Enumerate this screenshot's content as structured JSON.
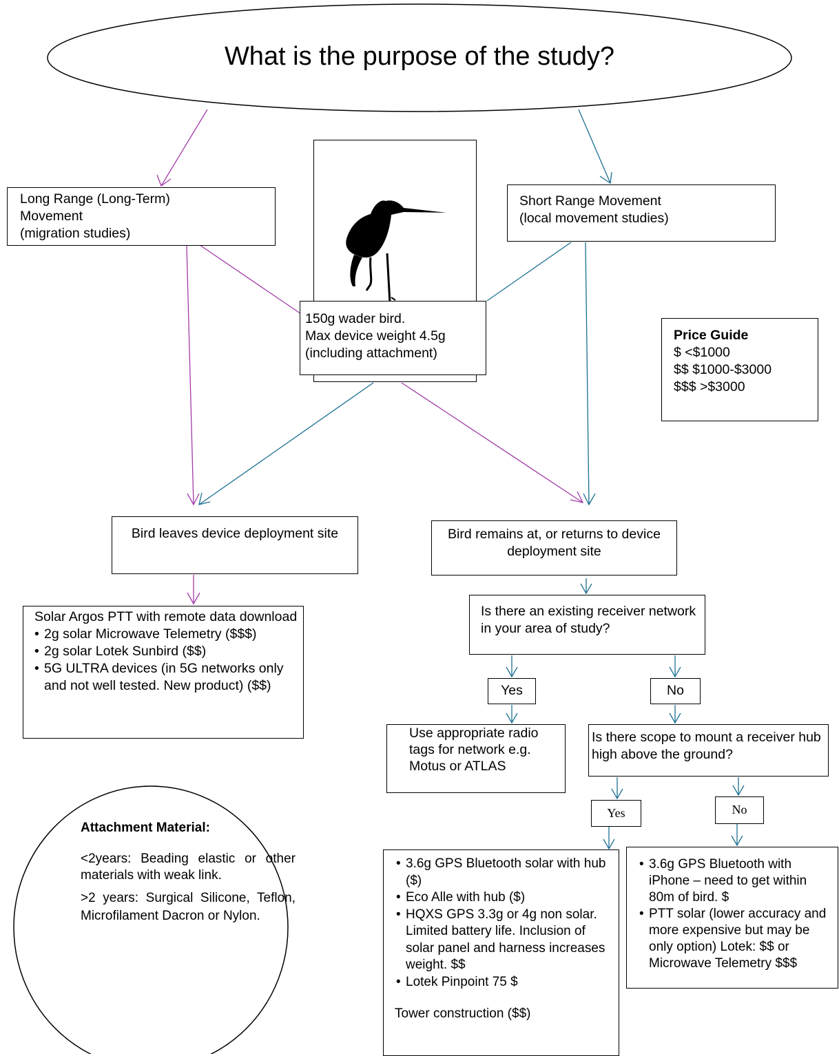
{
  "question": "What is the purpose of the study?",
  "long_range": {
    "line1": "Long Range (Long-Term)",
    "line2": "Movement",
    "line3": "(migration studies)"
  },
  "short_range": {
    "line1": "Short Range Movement",
    "line2": "(local movement studies)"
  },
  "center_bird": {
    "icon": "wader-bird-silhouette",
    "line1": "150g wader bird.",
    "line2": "Max device weight 4.5g",
    "line3": "(including attachment)"
  },
  "price_guide": {
    "title": "Price Guide",
    "rows": [
      "$ <$1000",
      "$$ $1000-$3000",
      "$$$ >$3000"
    ]
  },
  "leaves": "Bird leaves device deployment site",
  "remains": "Bird remains at, or returns to device deployment site",
  "argos": {
    "intro": "Solar Argos PTT with remote data download",
    "items": [
      "2g solar Microwave Telemetry ($$$)",
      "2g solar Lotek Sunbird ($$)",
      "5G ULTRA devices (in 5G networks only and not well tested. New product) ($$)"
    ]
  },
  "network_question": "Is there an existing receiver network in your area of study?",
  "yes1": "Yes",
  "no1": "No",
  "radio_tags": "Use appropriate radio tags for network e.g. Motus or ATLAS",
  "hub_question": "Is there scope to mount a receiver hub high above the ground?",
  "yes2": "Yes",
  "no2": "No",
  "hub_yes": {
    "items": [
      "3.6g GPS Bluetooth solar with hub ($)",
      "Eco Alle with hub ($)",
      "HQXS GPS 3.3g or 4g non solar. Limited battery life. Inclusion of solar panel and harness increases weight. $$",
      "Lotek Pinpoint 75 $"
    ],
    "tower": "Tower construction ($$)"
  },
  "hub_no": {
    "items": [
      "3.6g GPS Bluetooth with iPhone – need to get within 80m of bird. $",
      "PTT solar (lower accuracy and more expensive but may be only option) Lotek: $$ or Microwave Telemetry $$$"
    ]
  },
  "attachment": {
    "title": "Attachment Material:",
    "p1": "<2years: Beading elastic or other materials with weak link.",
    "p2": ">2 years: Surgical Silicone, Teflon, Microfilament Dacron or Nylon."
  },
  "colors": {
    "magenta": "#a23aa8",
    "teal": "#1b6f91",
    "text": "#000000"
  }
}
